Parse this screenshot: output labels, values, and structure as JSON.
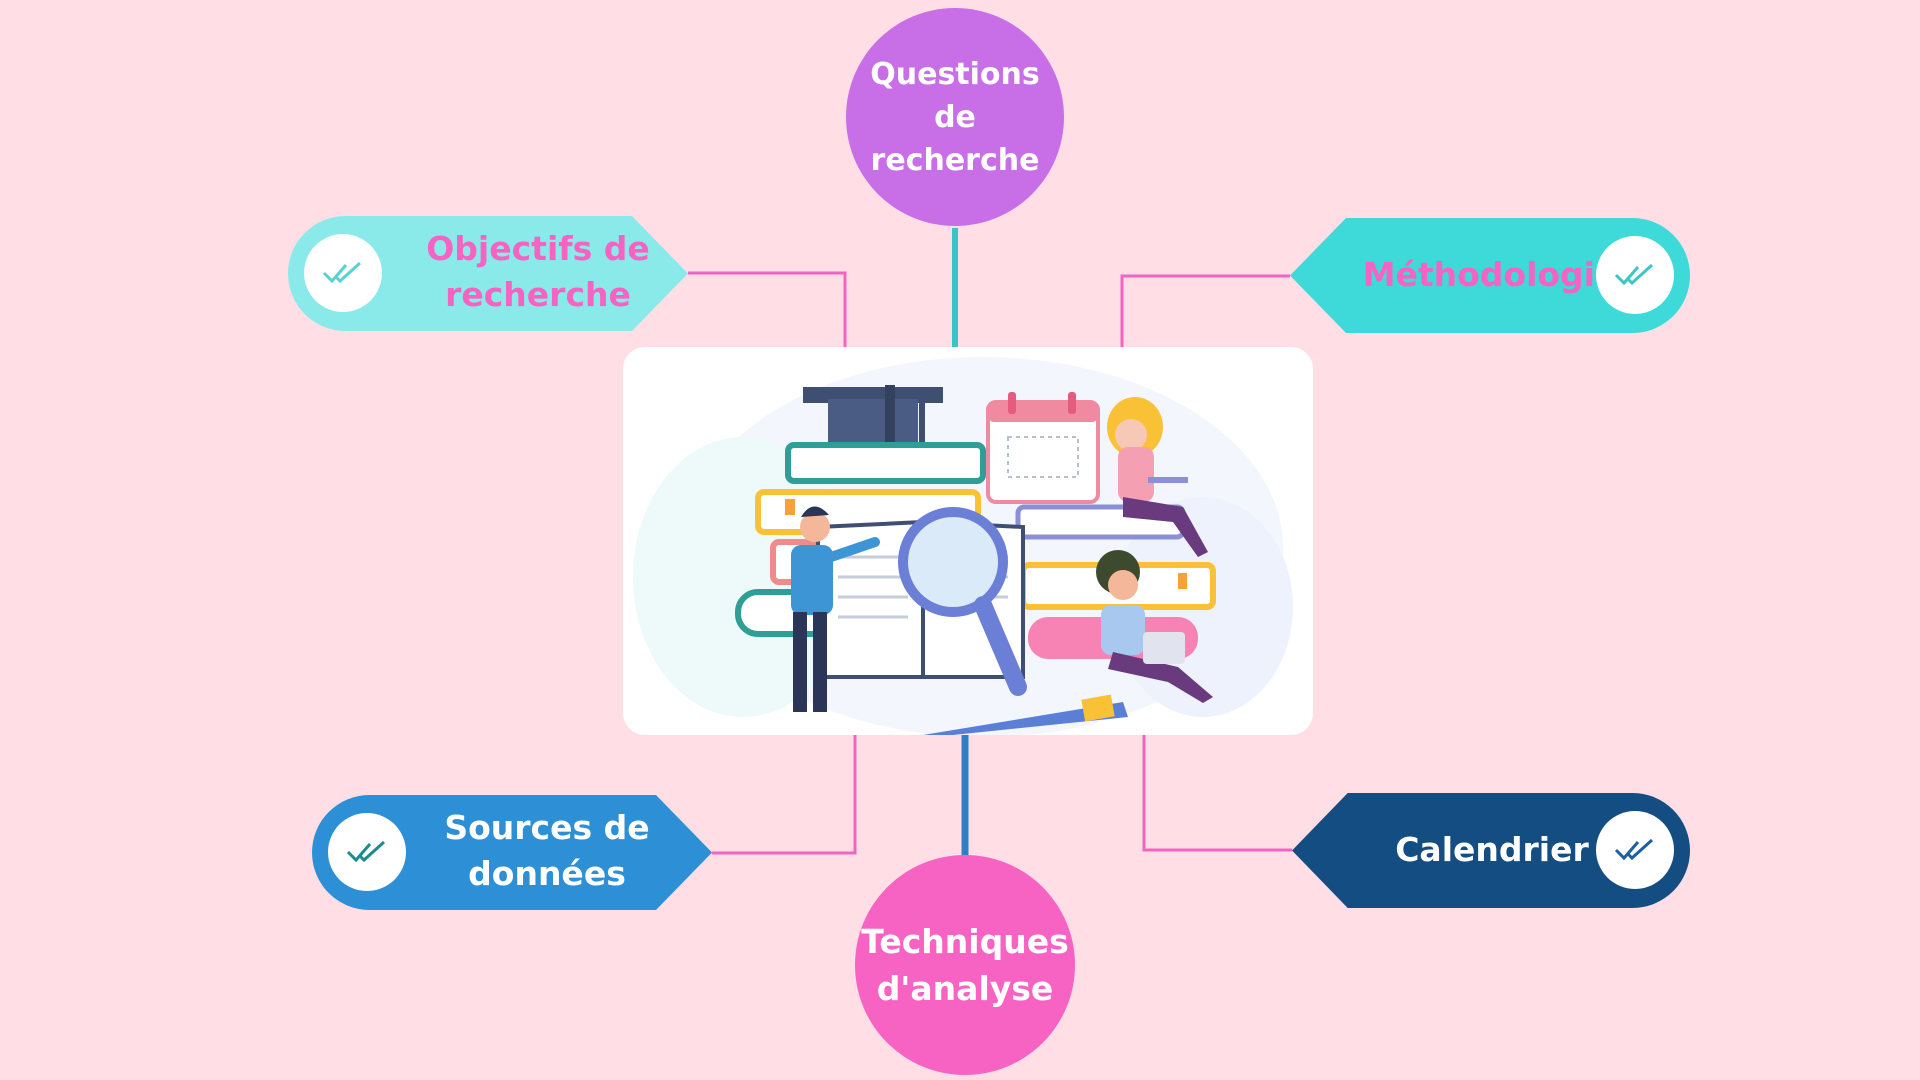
{
  "colors": {
    "background": "#ffdfe5",
    "purple": "#c86fe8",
    "magenta": "#f763c2",
    "light_cyan": "#8aeaea",
    "teal": "#3ed9d9",
    "blue": "#2d90d6",
    "navy": "#134d82",
    "connector_pink": "#f064c2",
    "connector_teal": "#3ac4c4",
    "connector_blue": "#2d80c8"
  },
  "nodes": {
    "top": {
      "lines": [
        "Questions",
        "de",
        "recherche"
      ]
    },
    "bottom": {
      "lines": [
        "Techniques",
        "d'analyse"
      ]
    },
    "top_left": {
      "lines": [
        "Objectifs de",
        "recherche"
      ],
      "icon": "double-check-icon"
    },
    "top_right": {
      "lines": [
        "Méthodologie"
      ],
      "icon": "double-check-icon"
    },
    "bottom_left": {
      "lines": [
        "Sources de",
        "données"
      ],
      "icon": "double-check-icon"
    },
    "bottom_right": {
      "lines": [
        "Calendrier"
      ],
      "icon": "double-check-icon"
    }
  },
  "center": {
    "illustration": "research-study-illustration"
  }
}
